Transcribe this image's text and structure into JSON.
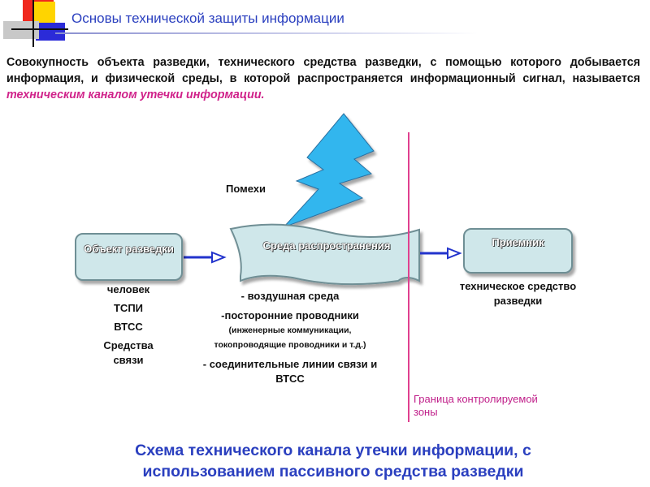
{
  "header": {
    "title": "Основы технической защиты информации"
  },
  "intro": {
    "text": "Совокупность объекта разведки, технического средства разведки, с помощью которого добывается информация, и физической среды, в которой распространяется информационный сигнал, называется ",
    "highlight": "техническим каналом утечки информации."
  },
  "diagram": {
    "interference_label": "Помехи",
    "object_box": "Объект разведки",
    "object_list": [
      "человек",
      "ТСПИ",
      "ВТСС",
      "Средства связи"
    ],
    "medium_box": "Среда распространения",
    "medium_list": [
      "- воздушная среда",
      "-посторонние проводники",
      "(инженерные коммуникации, токопроводящие проводники и т.д.)",
      "- соединительные линии связи и ВТСС"
    ],
    "receiver_box": "Приемник",
    "receiver_caption": "техническое средство разведки",
    "boundary_label": "Граница контролируемой зоны"
  },
  "footer": {
    "title": "Схема технического канала утечки информации, с использованием пассивного средства разведки"
  },
  "colors": {
    "title_blue": "#2a3fbf",
    "highlight_pink": "#d0228a",
    "box_fill": "#cfe7ea",
    "arrow_blue": "#2233cc",
    "lightning": "#33b6ee"
  }
}
